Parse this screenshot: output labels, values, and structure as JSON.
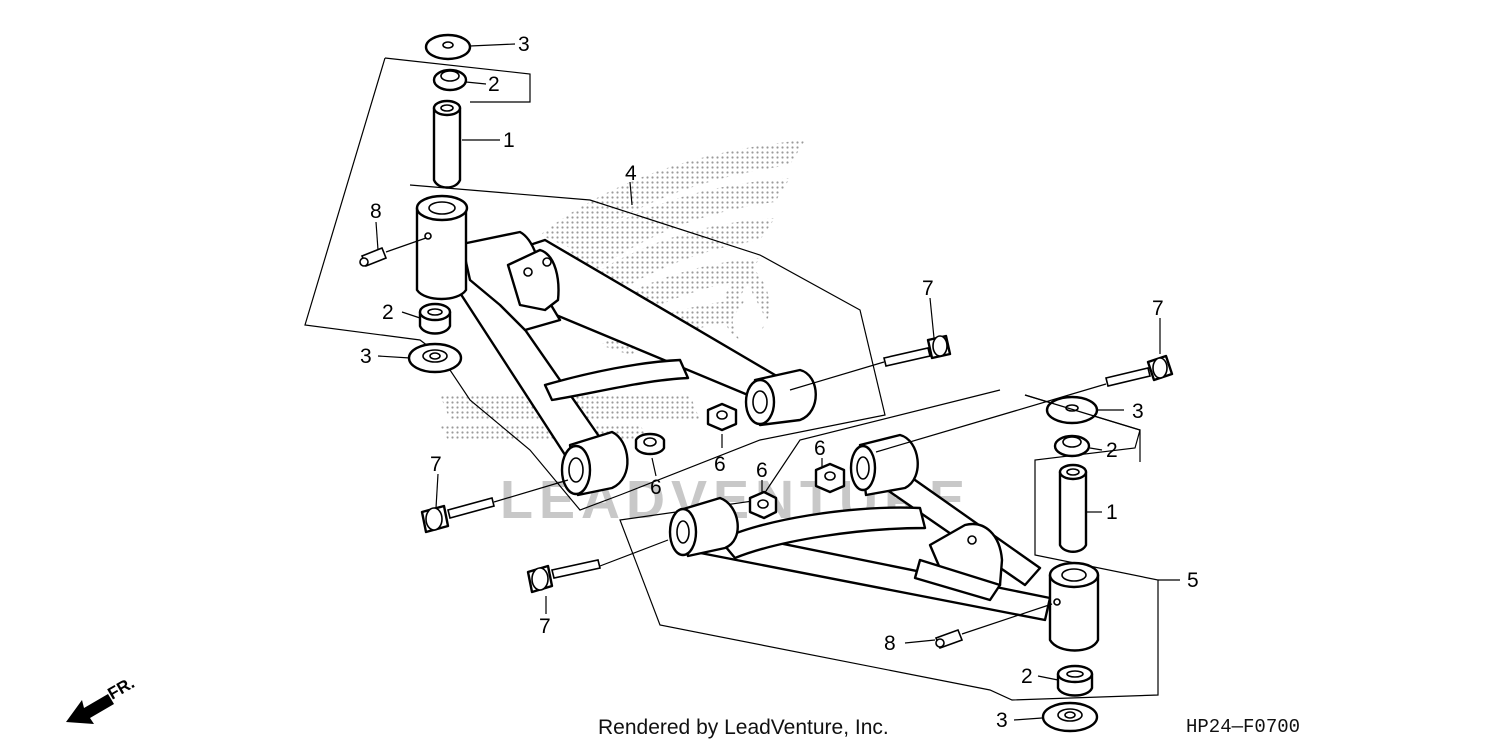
{
  "callouts": {
    "c1a": "1",
    "c1b": "1",
    "c2a": "2",
    "c2b": "2",
    "c2c": "2",
    "c2d": "2",
    "c3a": "3",
    "c3b": "3",
    "c3c": "3",
    "c3d": "3",
    "c4": "4",
    "c5": "5",
    "c6a": "6",
    "c6b": "6",
    "c6c": "6",
    "c6d": "6",
    "c7a": "7",
    "c7b": "7",
    "c7c": "7",
    "c7d": "7",
    "c8a": "8",
    "c8b": "8"
  },
  "watermark_text": "LEADVENTURE",
  "direction_label": "FR.",
  "footer_credit": "Rendered by LeadVenture, Inc.",
  "diagram_code": "HP24—F0700"
}
